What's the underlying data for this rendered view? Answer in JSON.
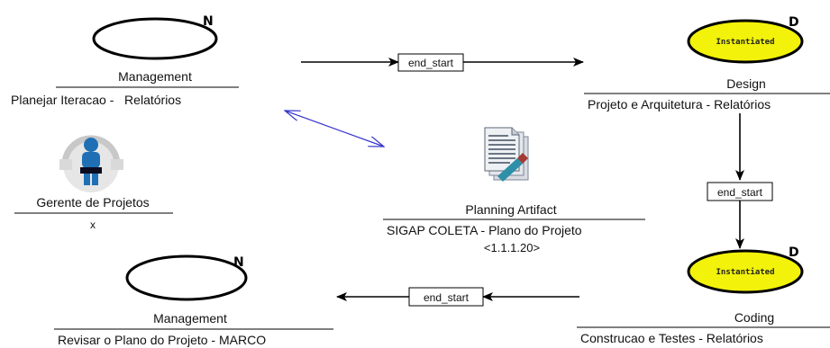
{
  "activities": {
    "planejar": {
      "type_label": "Management",
      "name": "Planejar Iteracao -   Relatórios",
      "badge": "N"
    },
    "design": {
      "status": "Instantiated",
      "type_label": "Design",
      "name": "Projeto e Arquitetura - Relatórios",
      "badge": "D"
    },
    "coding": {
      "status": "Instantiated",
      "type_label": "Coding",
      "name": "Construcao e Testes - Relatórios",
      "badge": "D"
    },
    "revisar": {
      "type_label": "Management",
      "name": "Revisar o Plano do Projeto - MARCO",
      "badge": "N"
    }
  },
  "role": {
    "name": "Gerente de Projetos",
    "assignee": "x"
  },
  "artifact": {
    "type_label": "Planning Artifact",
    "name": "SIGAP COLETA - Plano do Projeto",
    "version": "<1.1.1.20>"
  },
  "connections": {
    "top": "end_start",
    "right": "end_start",
    "bottom": "end_start"
  },
  "colors": {
    "instantiated_fill": "#f2f20a",
    "association_line": "#3333cc",
    "role_icon_blue": "#1f6fb5"
  },
  "icons": {
    "role": "user-gear-icon",
    "artifact": "document-stack-icon"
  }
}
